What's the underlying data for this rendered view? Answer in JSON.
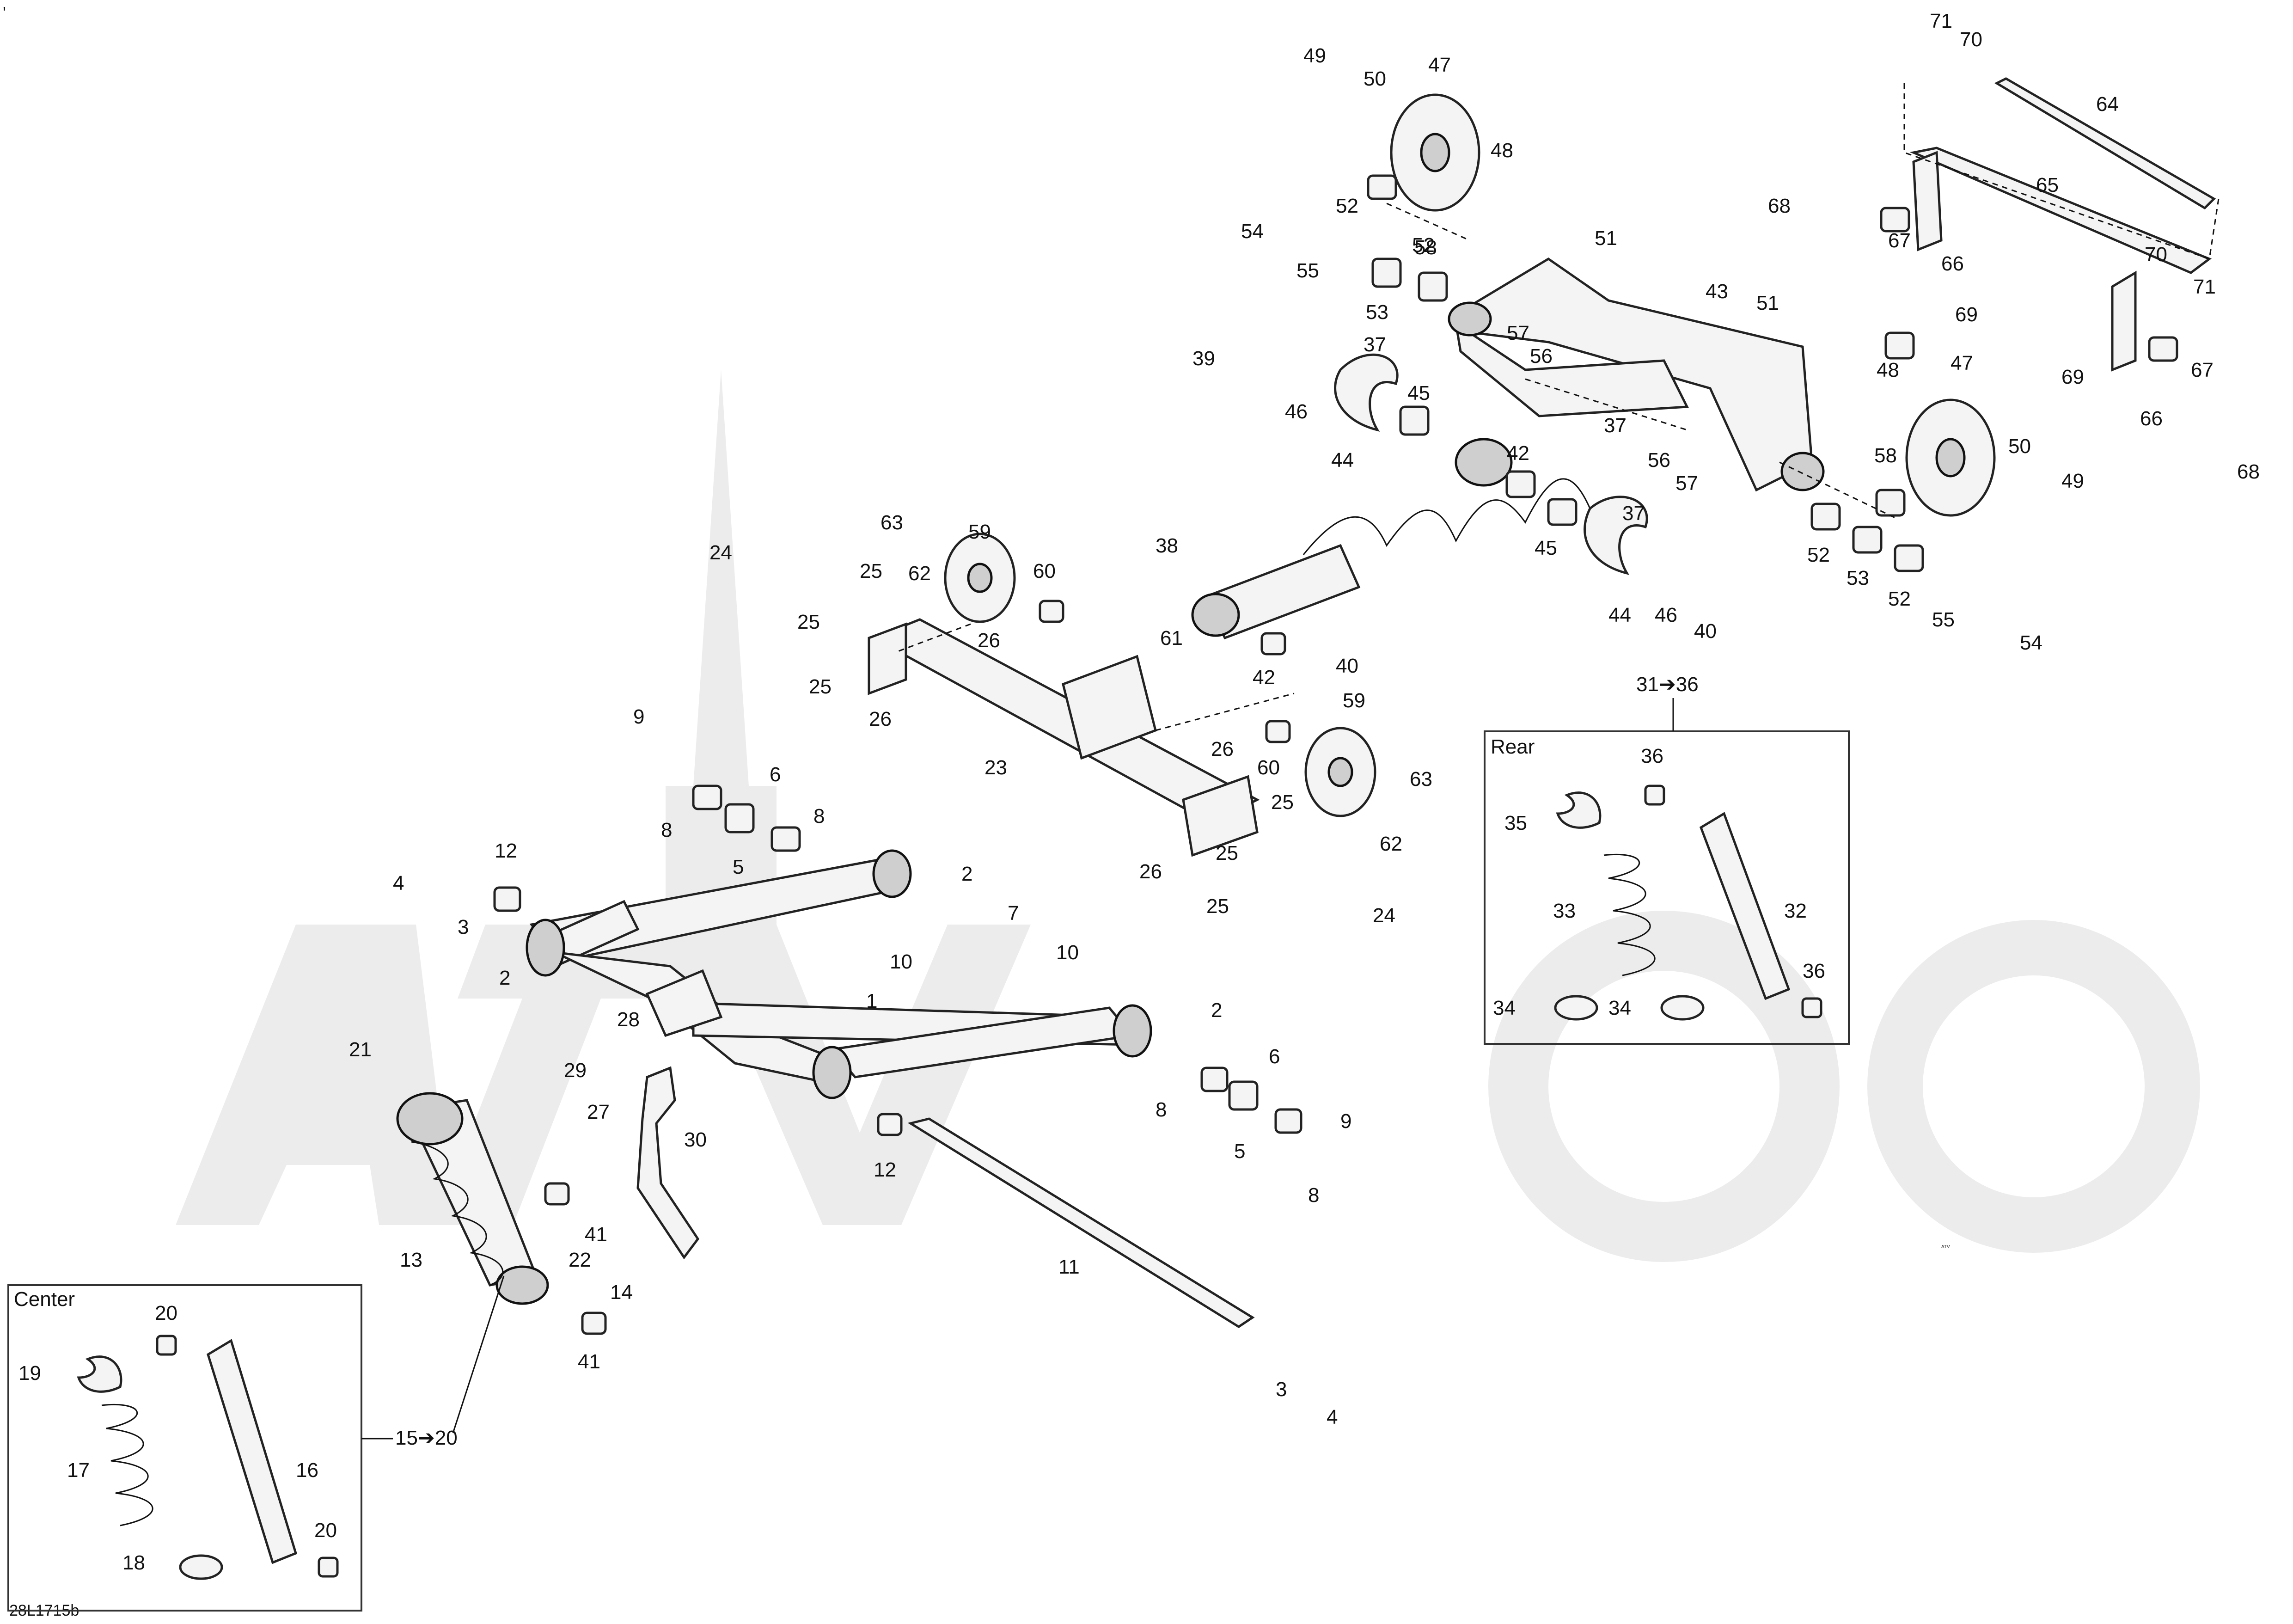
{
  "corner_mark": "'",
  "figure_code": "28L1715b",
  "watermark": "ATV",
  "insets": {
    "rear": {
      "title": "Rear",
      "range": "31➔36",
      "parts": [
        "35",
        "36",
        "33",
        "32",
        "34",
        "34",
        "36"
      ]
    },
    "center": {
      "title": "Center",
      "range": "15➔20",
      "parts": [
        "20",
        "19",
        "17",
        "16",
        "18",
        "20"
      ]
    }
  },
  "callouts": [
    "1",
    "2",
    "3",
    "4",
    "5",
    "6",
    "7",
    "8",
    "9",
    "10",
    "11",
    "12",
    "13",
    "14",
    "21",
    "22",
    "23",
    "24",
    "25",
    "26",
    "27",
    "28",
    "29",
    "30",
    "37",
    "38",
    "39",
    "40",
    "41",
    "42",
    "43",
    "44",
    "45",
    "46",
    "47",
    "48",
    "49",
    "50",
    "51",
    "52",
    "53",
    "54",
    "55",
    "56",
    "57",
    "58",
    "59",
    "60",
    "61",
    "62",
    "63",
    "64",
    "65",
    "66",
    "67",
    "68",
    "69",
    "70",
    "71"
  ]
}
